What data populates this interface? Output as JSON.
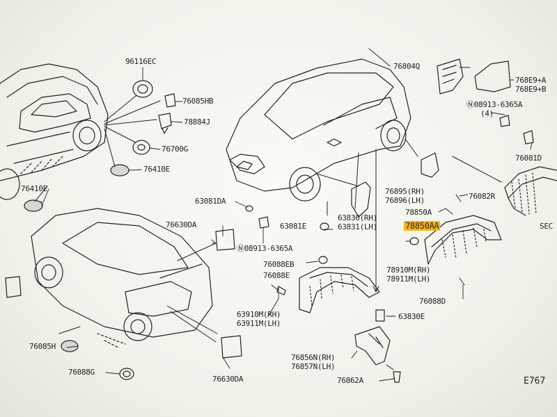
{
  "diagram_code": "E767",
  "labels": {
    "p96116EC": "96116EC",
    "p76085HB": "76085HB",
    "p78884J": "78884J",
    "p76700G": "76700G",
    "p76410E_a": "76410E",
    "p76410E_b": "76410E",
    "p76804Q": "76804Q",
    "p768E9_rh": "768E9+A",
    "p768E9_lh": "768E9+B",
    "p08913_a": "Ⓝ08913-6365A",
    "p08913_a_qty": "(4)",
    "p76081D": "76081D",
    "p76082R": "76082R",
    "pSEC": "SEC",
    "p76895_rh": "76895(RH)",
    "p76896_lh": "76896(LH)",
    "p78850A": "78850A",
    "p78850AA": "78850AA",
    "p63081DA": "63081DA",
    "p76630DA_a": "76630DA",
    "p63830_rh": "63830(RH)",
    "p63831_lh": "63831(LH)",
    "p63081E": "63081E",
    "p08913_b": "Ⓝ08913-6365A",
    "p76088EB": "76088EB",
    "p76088E": "76088E",
    "p78910M_rh": "78910M(RH)",
    "p78911M_lh": "78911M(LH)",
    "p76088D": "76088D",
    "p63910M_rh": "63910M(RH)",
    "p63911M_lh": "63911M(LH)",
    "p63830E": "63830E",
    "p76085H": "76085H",
    "p76088G": "76088G",
    "p76856N_rh": "76856N(RH)",
    "p76857N_lh": "76857N(LH)",
    "p76862A": "76862A",
    "p76630DA_b": "76630DA"
  },
  "highlight_color": "#f7b21a"
}
